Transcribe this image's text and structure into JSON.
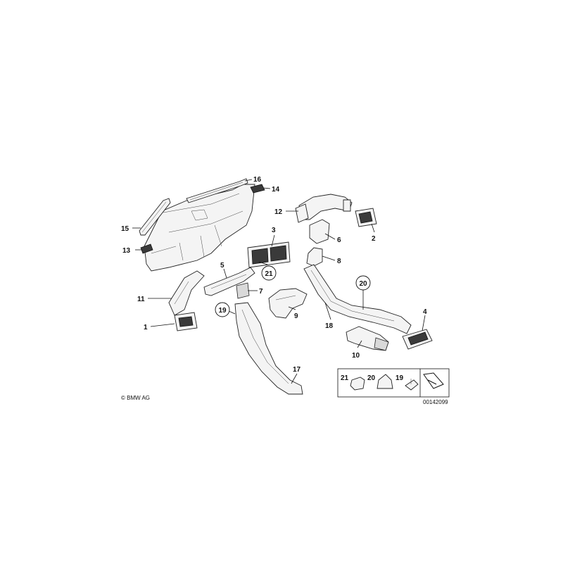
{
  "diagram": {
    "labels": [
      "1",
      "2",
      "3",
      "4",
      "5",
      "6",
      "7",
      "8",
      "9",
      "10",
      "11",
      "12",
      "13",
      "14",
      "15",
      "16",
      "17",
      "18"
    ],
    "circled_labels": [
      "19",
      "20",
      "21"
    ],
    "legend": {
      "items": [
        {
          "num": "21"
        },
        {
          "num": "20"
        },
        {
          "num": "19"
        }
      ]
    },
    "copyright": "© BMW AG",
    "diagram_id": "00142099"
  }
}
